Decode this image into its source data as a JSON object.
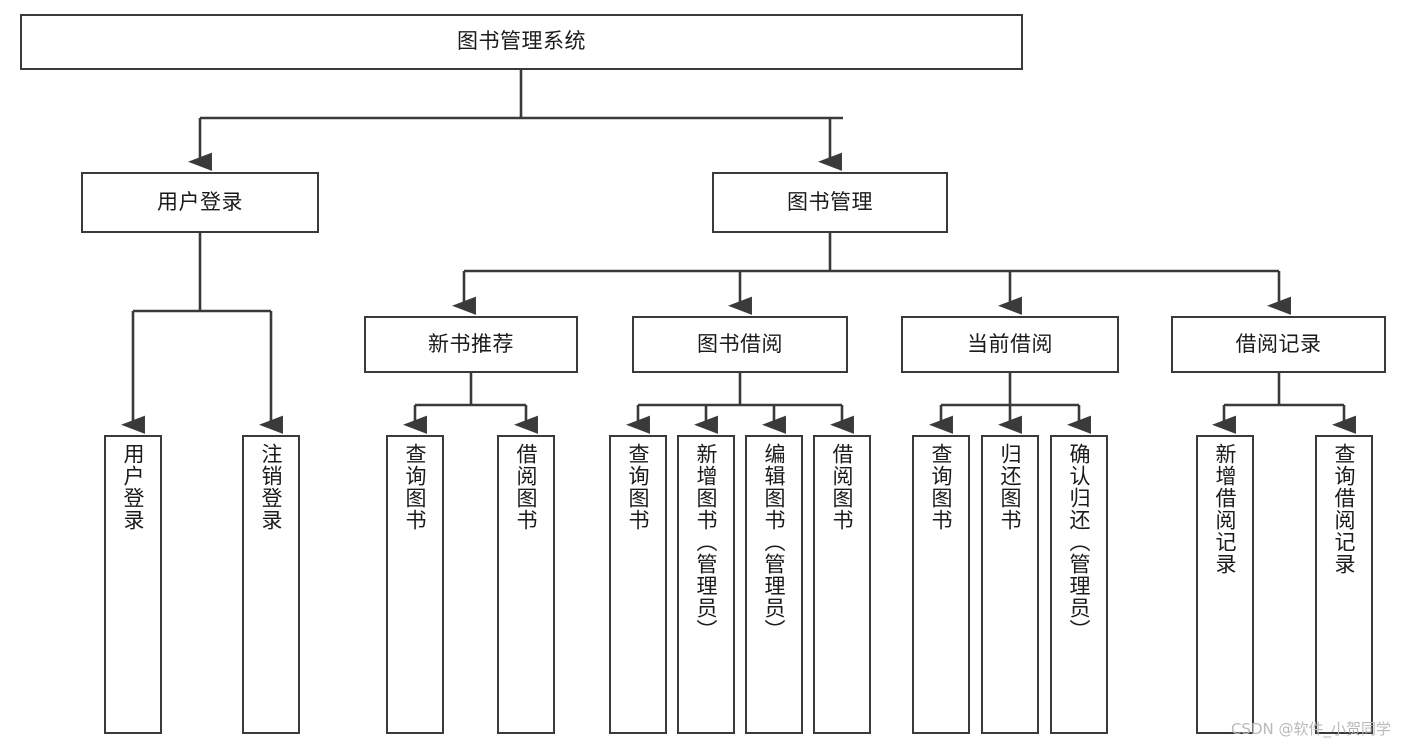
{
  "diagram": {
    "title": "图书管理系统",
    "watermark": "CSDN @软件_小贺同学",
    "orientation": "top-down",
    "edge_style": "orthogonal-arrow",
    "colors": {
      "box_border": "#3a3a3a",
      "box_fill": "#ffffff",
      "line": "#3a3a3a",
      "text": "#1b1b1b",
      "background": "#ffffff",
      "watermark": "#b9b9b9"
    },
    "root": {
      "id": "root",
      "label": "图书管理系统"
    },
    "level2": [
      {
        "id": "user-login",
        "label": "用户登录"
      },
      {
        "id": "book-manage",
        "label": "图书管理"
      }
    ],
    "level3": [
      {
        "id": "new-book-rec",
        "label": "新书推荐",
        "parent": "book-manage"
      },
      {
        "id": "book-borrow",
        "label": "图书借阅",
        "parent": "book-manage"
      },
      {
        "id": "current-borrow",
        "label": "当前借阅",
        "parent": "book-manage"
      },
      {
        "id": "borrow-record",
        "label": "借阅记录",
        "parent": "book-manage"
      }
    ],
    "leaves": [
      {
        "id": "leaf-user-login",
        "label": "用户登录",
        "parent": "user-login"
      },
      {
        "id": "leaf-logout",
        "label": "注销登录",
        "parent": "user-login"
      },
      {
        "id": "leaf-query-book-1",
        "label": "查询图书",
        "parent": "new-book-rec"
      },
      {
        "id": "leaf-borrow-book-1",
        "label": "借阅图书",
        "parent": "new-book-rec"
      },
      {
        "id": "leaf-query-book-2",
        "label": "查询图书",
        "parent": "book-borrow"
      },
      {
        "id": "leaf-add-book",
        "label": "新增图书（管理员）",
        "parent": "book-borrow"
      },
      {
        "id": "leaf-edit-book",
        "label": "编辑图书（管理员）",
        "parent": "book-borrow"
      },
      {
        "id": "leaf-borrow-book-2",
        "label": "借阅图书",
        "parent": "book-borrow"
      },
      {
        "id": "leaf-query-book-3",
        "label": "查询图书",
        "parent": "current-borrow"
      },
      {
        "id": "leaf-return-book",
        "label": "归还图书",
        "parent": "current-borrow"
      },
      {
        "id": "leaf-confirm-return",
        "label": "确认归还（管理员）",
        "parent": "current-borrow"
      },
      {
        "id": "leaf-add-record",
        "label": "新增借阅记录",
        "parent": "borrow-record"
      },
      {
        "id": "leaf-query-record",
        "label": "查询借阅记录",
        "parent": "borrow-record"
      }
    ]
  }
}
